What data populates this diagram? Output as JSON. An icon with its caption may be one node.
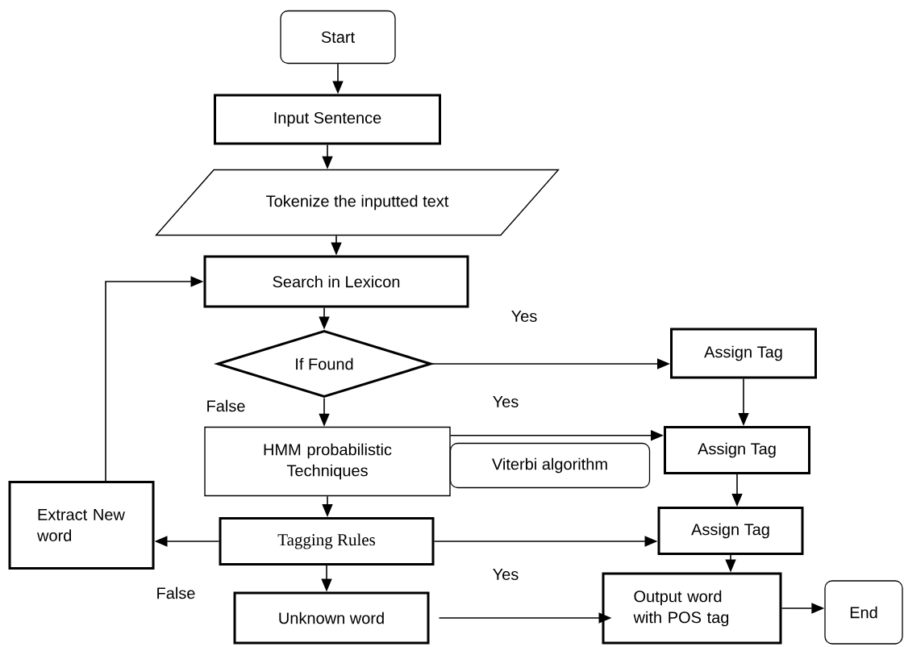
{
  "diagram": {
    "nodes": [
      {
        "text": [
          "Start"
        ]
      },
      {
        "text": [
          "Input Sentence"
        ]
      },
      {
        "text": [
          "Tokenize the inputted text"
        ]
      },
      {
        "text": [
          "Search in Lexicon"
        ]
      },
      {
        "text": [
          "If Found"
        ]
      },
      {
        "text": [
          "HMM probabilistic Techniques"
        ]
      },
      {
        "text": [
          "Viterbi algorithm"
        ]
      },
      {
        "text": [
          "Assign Tag"
        ]
      },
      {
        "text": [
          "Assign Tag"
        ]
      },
      {
        "text": [
          "Assign Tag"
        ]
      },
      {
        "text": [
          "Extract New word"
        ]
      },
      {
        "text": [
          "Tagging Rules"
        ]
      },
      {
        "text": [
          "Unknown word"
        ]
      },
      {
        "text": [
          "Output word with POS tag"
        ]
      },
      {
        "text": [
          "End"
        ]
      }
    ],
    "edges": [
      {
        "from": 0,
        "to": 1,
        "arrow": "to"
      },
      {
        "from": 1,
        "to": 2,
        "arrow": "to"
      },
      {
        "from": 2,
        "to": 3,
        "arrow": "to"
      },
      {
        "from": 3,
        "to": 4,
        "arrow": "to"
      },
      {
        "from": 4,
        "to": 5,
        "arrow": "to"
      },
      {
        "from": 4,
        "to": 7,
        "arrow": "to"
      },
      {
        "from": 5,
        "to": 8,
        "arrow": "to"
      },
      {
        "from": 7,
        "to": 8,
        "arrow": "to"
      },
      {
        "from": 8,
        "to": 9,
        "arrow": "to"
      },
      {
        "from": 5,
        "to": 11,
        "arrow": "to"
      },
      {
        "from": 11,
        "to": 10,
        "arrow": "to"
      },
      {
        "from": 10,
        "to": 3,
        "arrow": "to"
      },
      {
        "from": 11,
        "to": 9,
        "arrow": "to"
      },
      {
        "from": 11,
        "to": 12,
        "arrow": "to"
      },
      {
        "from": 9,
        "to": 13,
        "arrow": "to"
      },
      {
        "from": 12,
        "to": 13,
        "arrow": "to"
      },
      {
        "from": 13,
        "to": 14,
        "arrow": "to"
      }
    ],
    "labels": [
      "Yes",
      "False",
      "Yes",
      "Yes",
      "False"
    ]
  }
}
